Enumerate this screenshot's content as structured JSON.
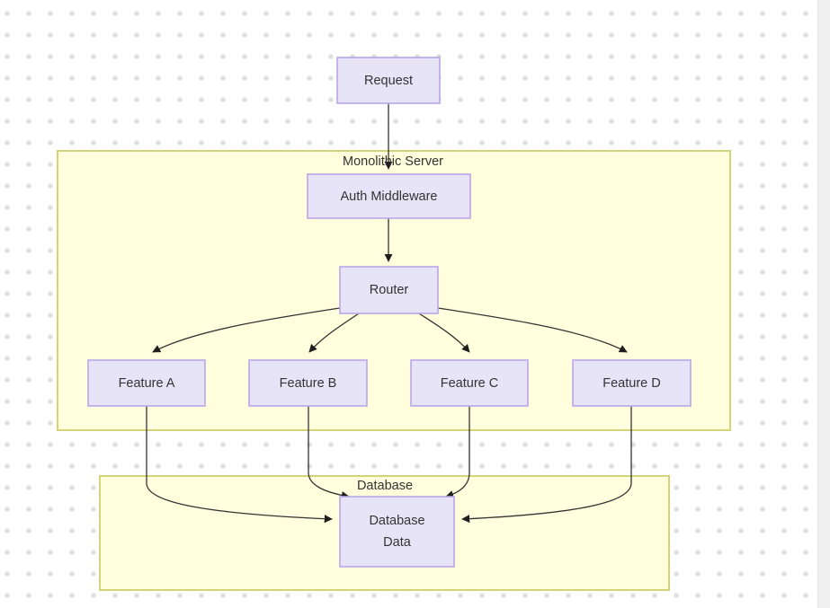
{
  "diagram": {
    "type": "flowchart",
    "direction": "top-down",
    "background": "#ffffff",
    "dot_grid_color": "#dedede",
    "node_fill": "#e8e4f8",
    "node_stroke": "#b9a6e8",
    "cluster_fill": "#ffffdd",
    "cluster_stroke": "#d3d37a",
    "edge_color": "#333333",
    "clusters": [
      {
        "id": "monolith",
        "label": "Monolithic Server"
      },
      {
        "id": "database",
        "label": "Database"
      }
    ],
    "nodes": [
      {
        "id": "request",
        "label": "Request"
      },
      {
        "id": "auth",
        "label": "Auth Middleware"
      },
      {
        "id": "router",
        "label": "Router"
      },
      {
        "id": "featureA",
        "label": "Feature A"
      },
      {
        "id": "featureB",
        "label": "Feature B"
      },
      {
        "id": "featureC",
        "label": "Feature C"
      },
      {
        "id": "featureD",
        "label": "Feature D"
      },
      {
        "id": "db",
        "label_line1": "Database",
        "label_line2": "Data"
      }
    ],
    "edges": [
      {
        "from": "request",
        "to": "auth"
      },
      {
        "from": "auth",
        "to": "router"
      },
      {
        "from": "router",
        "to": "featureA"
      },
      {
        "from": "router",
        "to": "featureB"
      },
      {
        "from": "router",
        "to": "featureC"
      },
      {
        "from": "router",
        "to": "featureD"
      },
      {
        "from": "featureA",
        "to": "db"
      },
      {
        "from": "featureB",
        "to": "db"
      },
      {
        "from": "featureC",
        "to": "db"
      },
      {
        "from": "featureD",
        "to": "db"
      }
    ]
  }
}
